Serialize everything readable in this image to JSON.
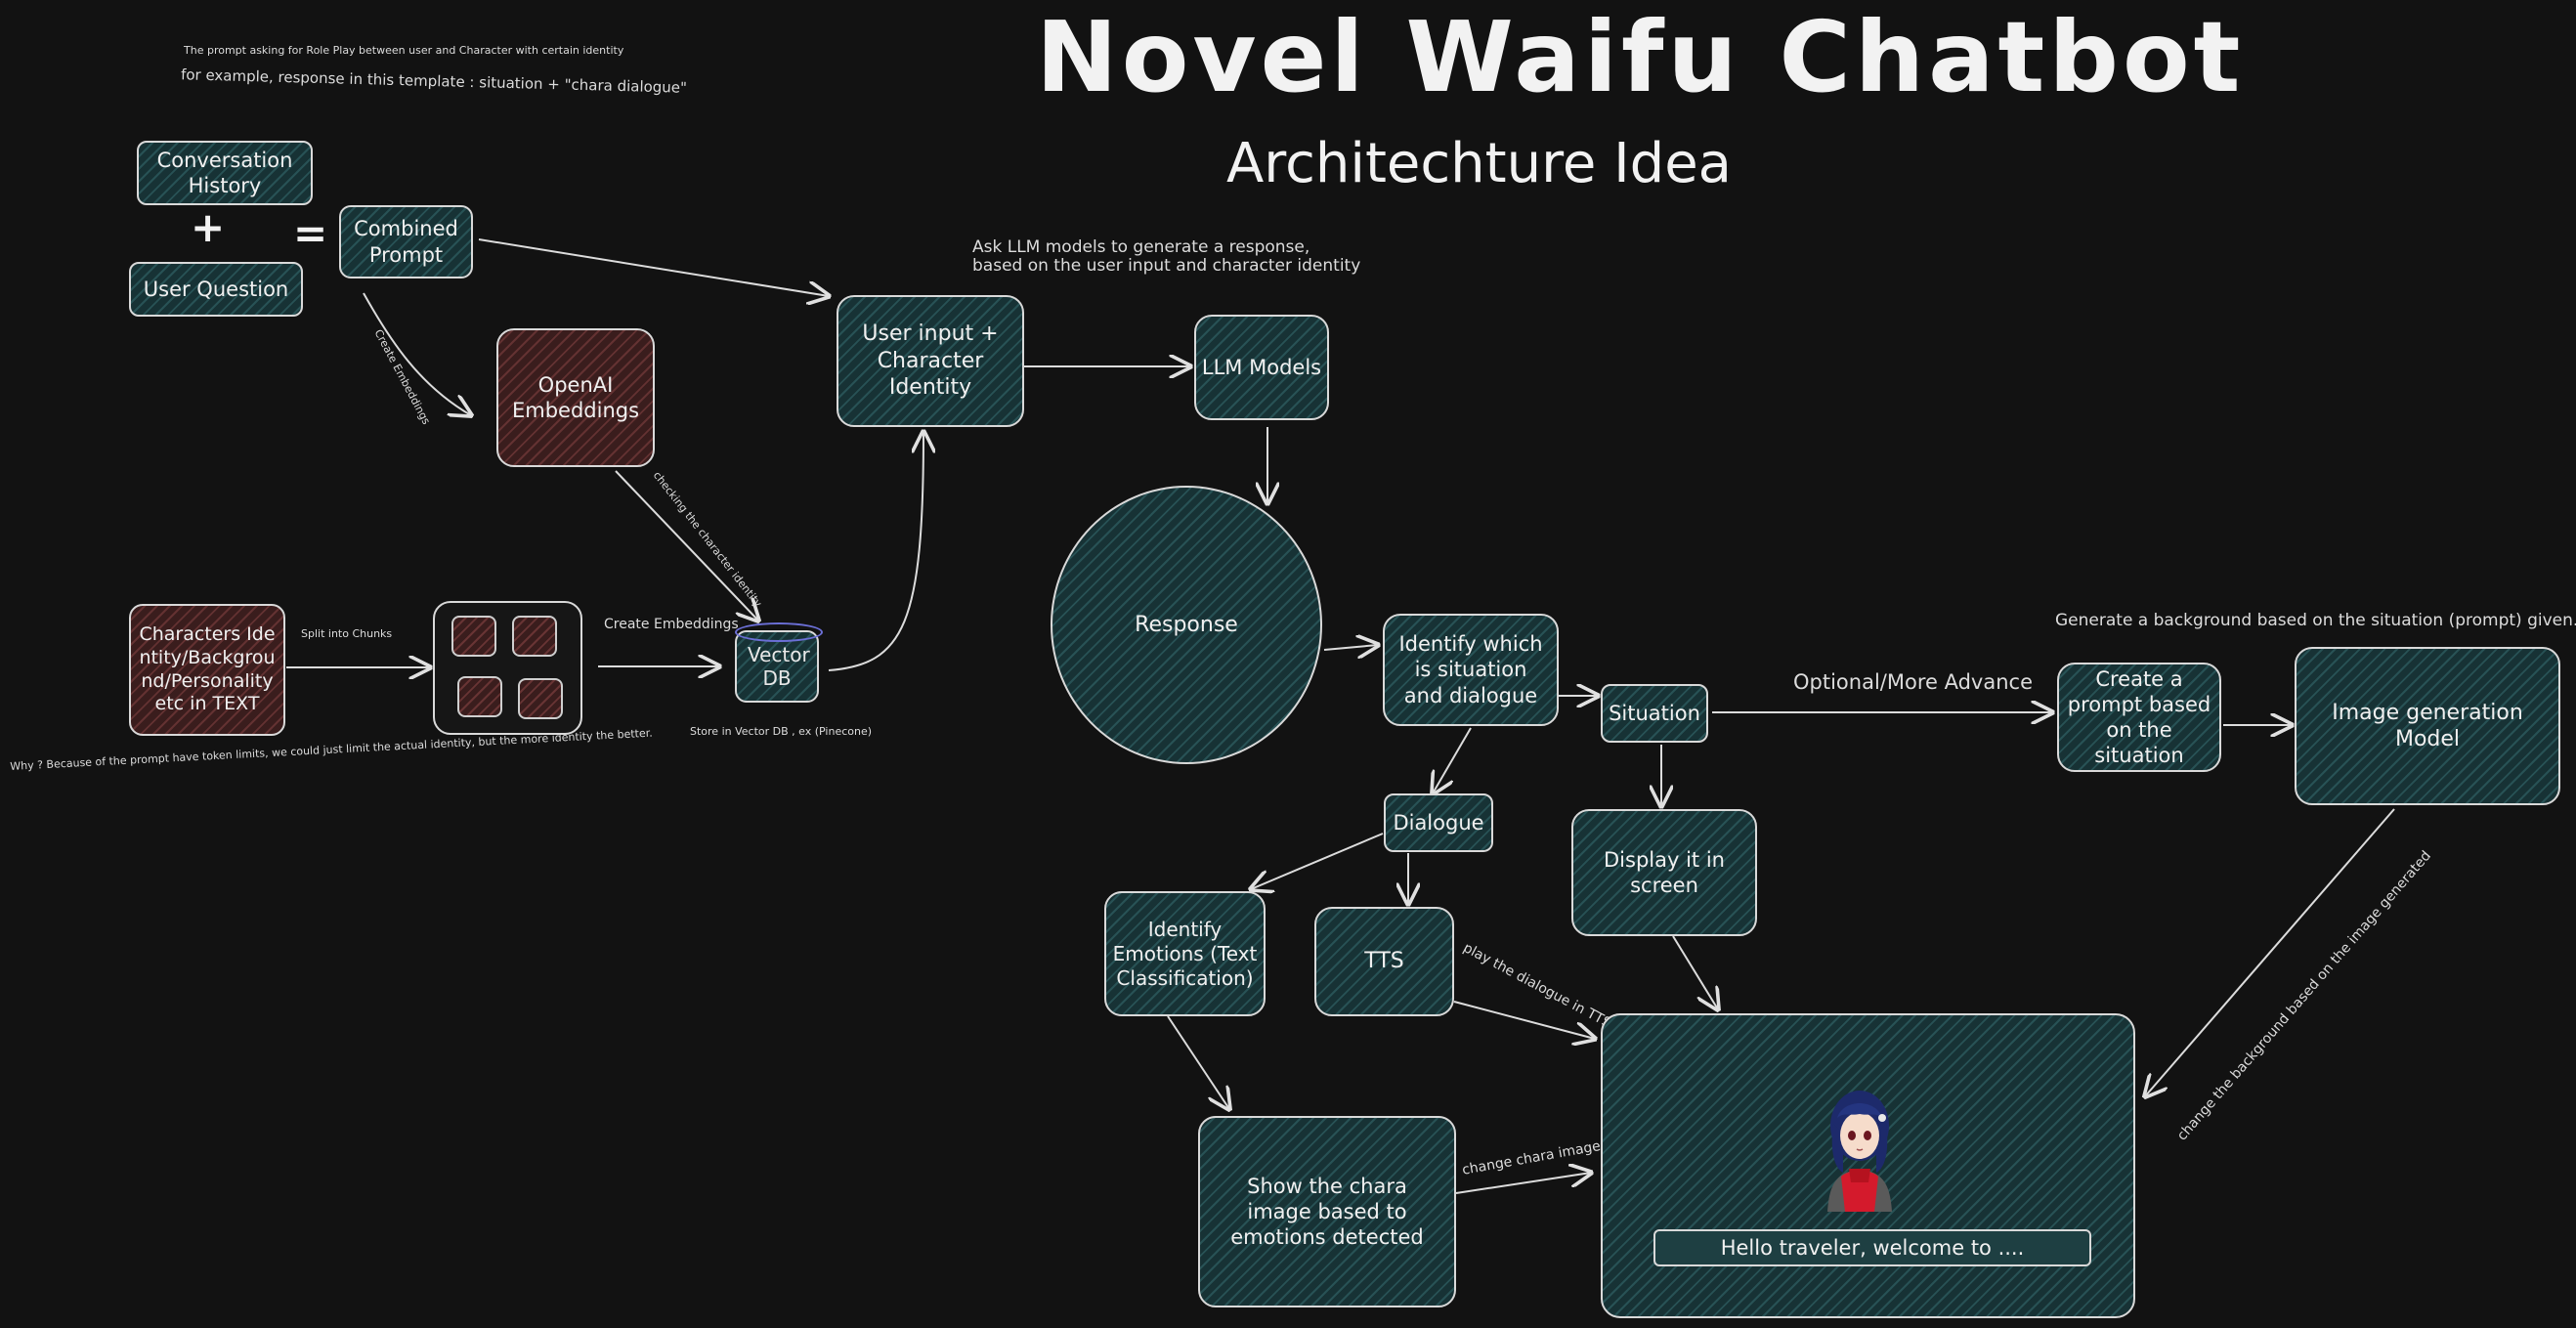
{
  "header": {
    "title": "Novel Waifu Chatbot",
    "subtitle": "Architechture Idea"
  },
  "notes": {
    "prompt_intro": "The prompt asking for Role Play between user and Character with certain identity",
    "prompt_example": "for example, response in this template : situation + \"chara dialogue\"",
    "ask_llm_1": "Ask LLM models to  generate a response,",
    "ask_llm_2": "based on the user input and character identity",
    "create_embeddings_1": "Create Embeddings",
    "checking_identity": "checking the character identity",
    "split_chunks": "Split into Chunks",
    "create_embeddings_2": "Create Embeddings",
    "store_vector": "Store in Vector DB , ex (Pinecone)",
    "token_limit": "Why ? Because of the prompt have token limits, we could just limit the actual identity, but the more identity the better.",
    "optional": "Optional/More Advance",
    "generate_background": "Generate a background based on the situation (prompt) given.",
    "play_tts": "play the dialogue in TTS",
    "change_chara": "change chara image",
    "change_background": "change the background based on the image generated"
  },
  "operators": {
    "plus": "+",
    "equals": "="
  },
  "nodes": {
    "conversation_history": "Conversation History",
    "user_question": "User Question",
    "combined_prompt": "Combined Prompt",
    "openai_embeddings": "OpenAI Embeddings",
    "characters_identity": "Characters Identity/Background/Personality etc in TEXT",
    "vector_db": "Vector DB",
    "user_input_identity": "User input + Character Identity",
    "llm_models": "LLM Models",
    "response": "Response",
    "identify_situation": "Identify which is situation and dialogue",
    "situation": "Situation",
    "dialogue": "Dialogue",
    "identify_emotions": "Identify Emotions (Text Classification)",
    "tts": "TTS",
    "display_screen": "Display it in screen",
    "create_prompt": "Create a prompt based on the situation",
    "image_generation": "Image generation Model",
    "show_chara": "Show the chara image based to emotions detected"
  },
  "screen": {
    "dialog_text": "Hello traveler, welcome to ...."
  },
  "colors": {
    "background": "#121212",
    "teal_fill": "#173235",
    "red_fill": "#3a1d1d",
    "stroke": "#d9d9d9",
    "db_accent": "#6b6fd6"
  }
}
